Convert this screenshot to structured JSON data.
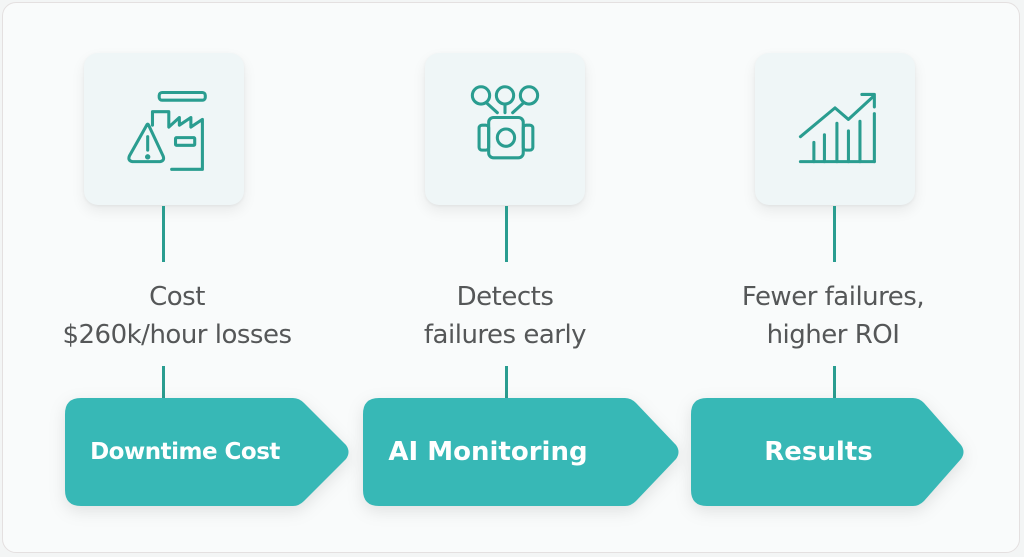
{
  "colors": {
    "accent": "#37b8b6",
    "icon_stroke": "#2a9d90",
    "card_bg": "#eff6f7",
    "caption_text": "#555758",
    "arrow_text": "#ffffff"
  },
  "steps": [
    {
      "icon": "factory-warning-icon",
      "caption_lines": [
        "Cost",
        "$260k/hour losses"
      ],
      "arrow_label": "Downtime Cost"
    },
    {
      "icon": "robot-sensor-icon",
      "caption_lines": [
        "Detects",
        "failures early"
      ],
      "arrow_label": "AI Monitoring"
    },
    {
      "icon": "growth-chart-icon",
      "caption_lines": [
        "Fewer failures,",
        "higher ROI"
      ],
      "arrow_label": "Results"
    }
  ]
}
